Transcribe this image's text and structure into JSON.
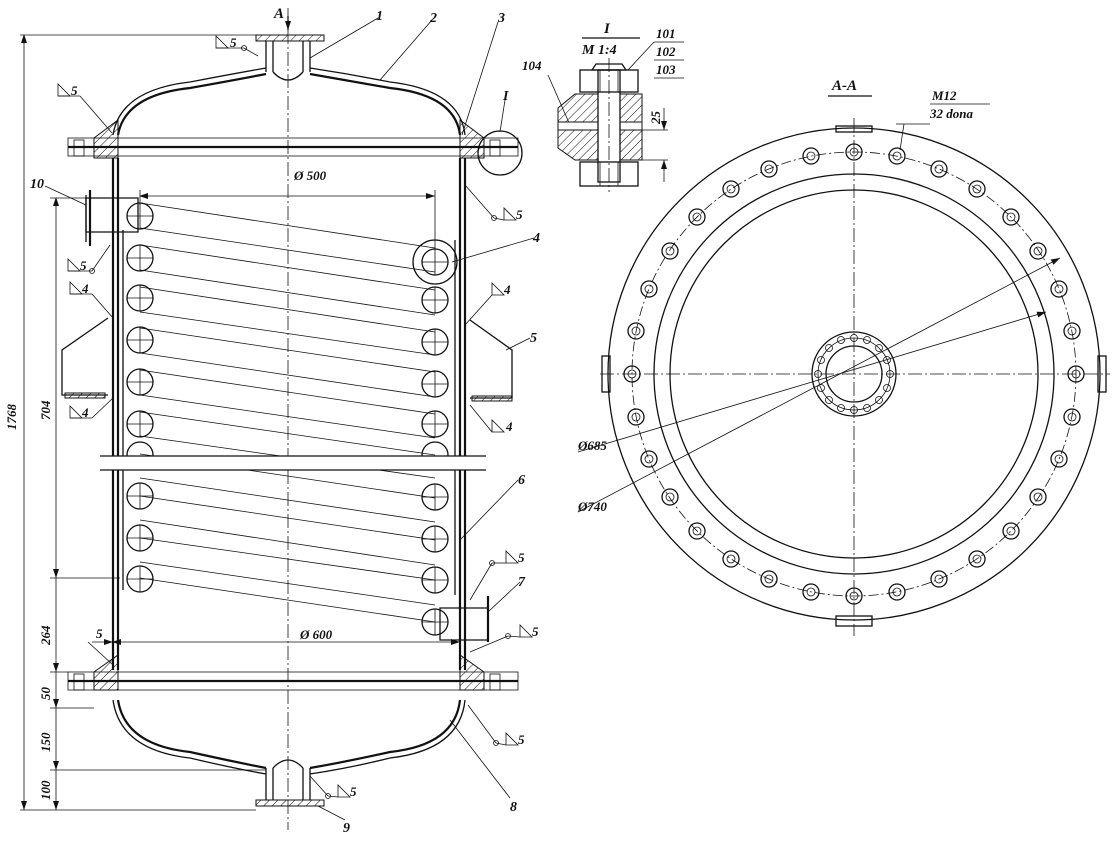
{
  "section_mark": "A",
  "section_title": "A-A",
  "detail": {
    "name": "I",
    "scale": "M 1:4",
    "parts": [
      "101",
      "102",
      "103",
      "104"
    ],
    "dim": "25"
  },
  "part_numbers": [
    "1",
    "2",
    "3",
    "4",
    "5",
    "6",
    "7",
    "8",
    "9",
    "10"
  ],
  "detail_callout": "I",
  "weld_size": {
    "five": "5",
    "four": "4"
  },
  "dimensions": {
    "overall_height": "1768",
    "coil_height": "704",
    "lower_zone": "264",
    "flange_thickness": "50",
    "bottom_head": "150",
    "nozzle": "100",
    "shell_wall": "5",
    "coil_diameter": "Ø 500",
    "shell_diameter": "Ø 600"
  },
  "flange": {
    "bolt_circle": "Ø685",
    "outer_diameter": "Ø740",
    "bolt_size": "M12",
    "bolt_count": "32 dona"
  }
}
